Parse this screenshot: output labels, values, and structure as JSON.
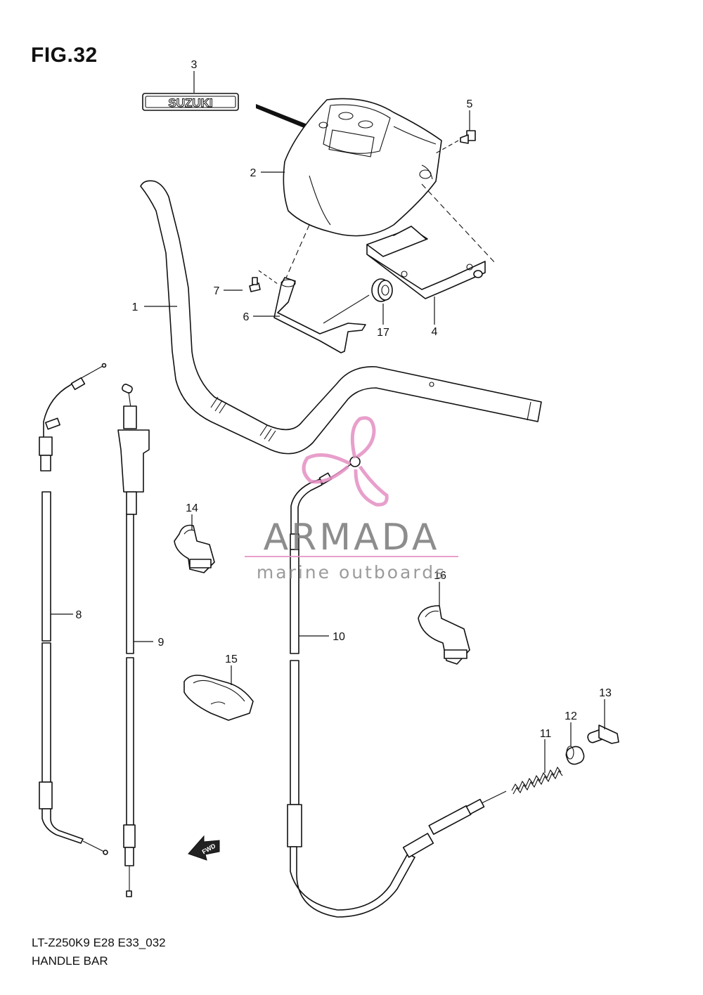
{
  "figure": {
    "title": "FIG.32",
    "code": "LT-Z250K9 E28 E33_032",
    "name": "HANDLE BAR"
  },
  "parts": {
    "p1": "1",
    "p2": "2",
    "p3": "3",
    "p4": "4",
    "p5": "5",
    "p6": "6",
    "p7": "7",
    "p8": "8",
    "p9": "9",
    "p10": "10",
    "p11": "11",
    "p12": "12",
    "p13": "13",
    "p14": "14",
    "p15": "15",
    "p16": "16",
    "p17": "17"
  },
  "emblem_text": "SUZUKI",
  "fwd_label": "FWD",
  "watermark": {
    "brand": "ARMADA",
    "tagline": "marine outboards",
    "brand_color": "#7a7a7a",
    "accent_color": "#e48fc3"
  }
}
